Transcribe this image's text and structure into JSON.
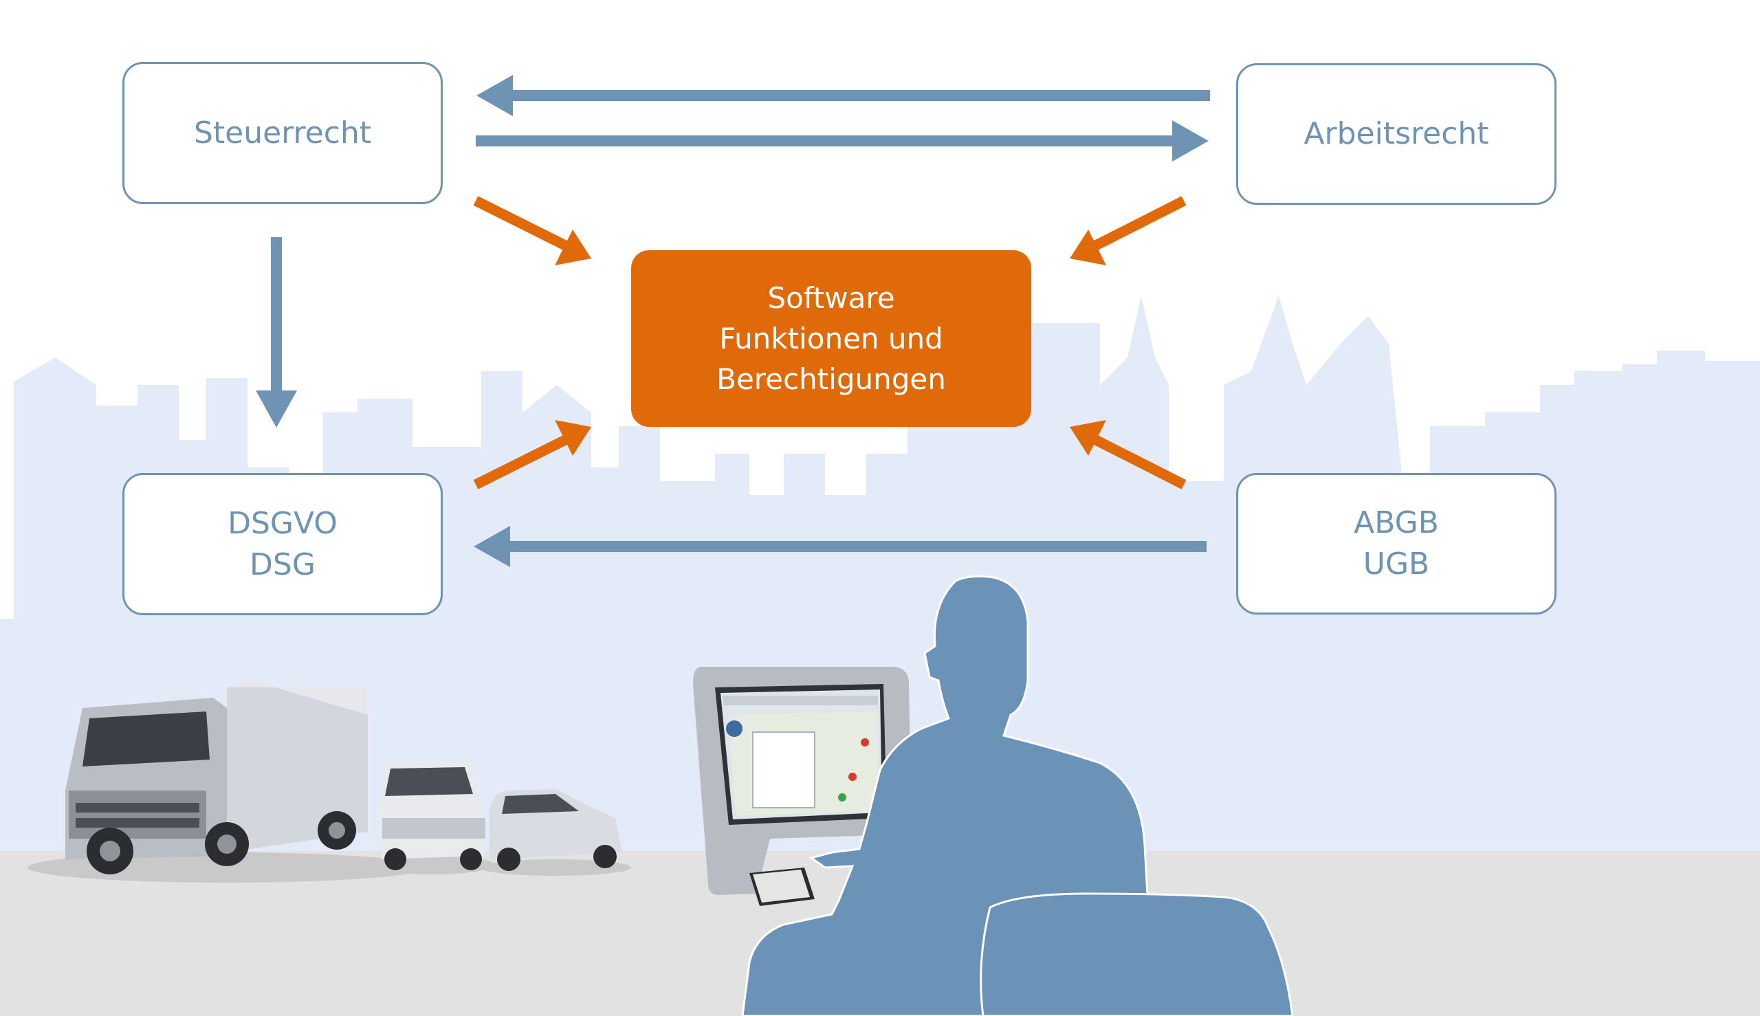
{
  "nodes": {
    "steuerrecht": {
      "lines": [
        "Steuerrecht"
      ]
    },
    "arbeitsrecht": {
      "lines": [
        "Arbeitsrecht"
      ]
    },
    "dsgvo": {
      "lines": [
        "DSGVO",
        "DSG"
      ]
    },
    "abgb": {
      "lines": [
        "ABGB",
        "UGB"
      ]
    },
    "software": {
      "lines": [
        "Software",
        "Funktionen und",
        "Berechtigungen"
      ]
    }
  },
  "colors": {
    "box_border": "#6f93b3",
    "box_text": "#6f93b3",
    "blue_arrow": "#6f93b3",
    "orange": "#e0690a",
    "skyline": "#e2ebf7",
    "ground": "#e2e2e2",
    "person": "#6a93b7"
  }
}
